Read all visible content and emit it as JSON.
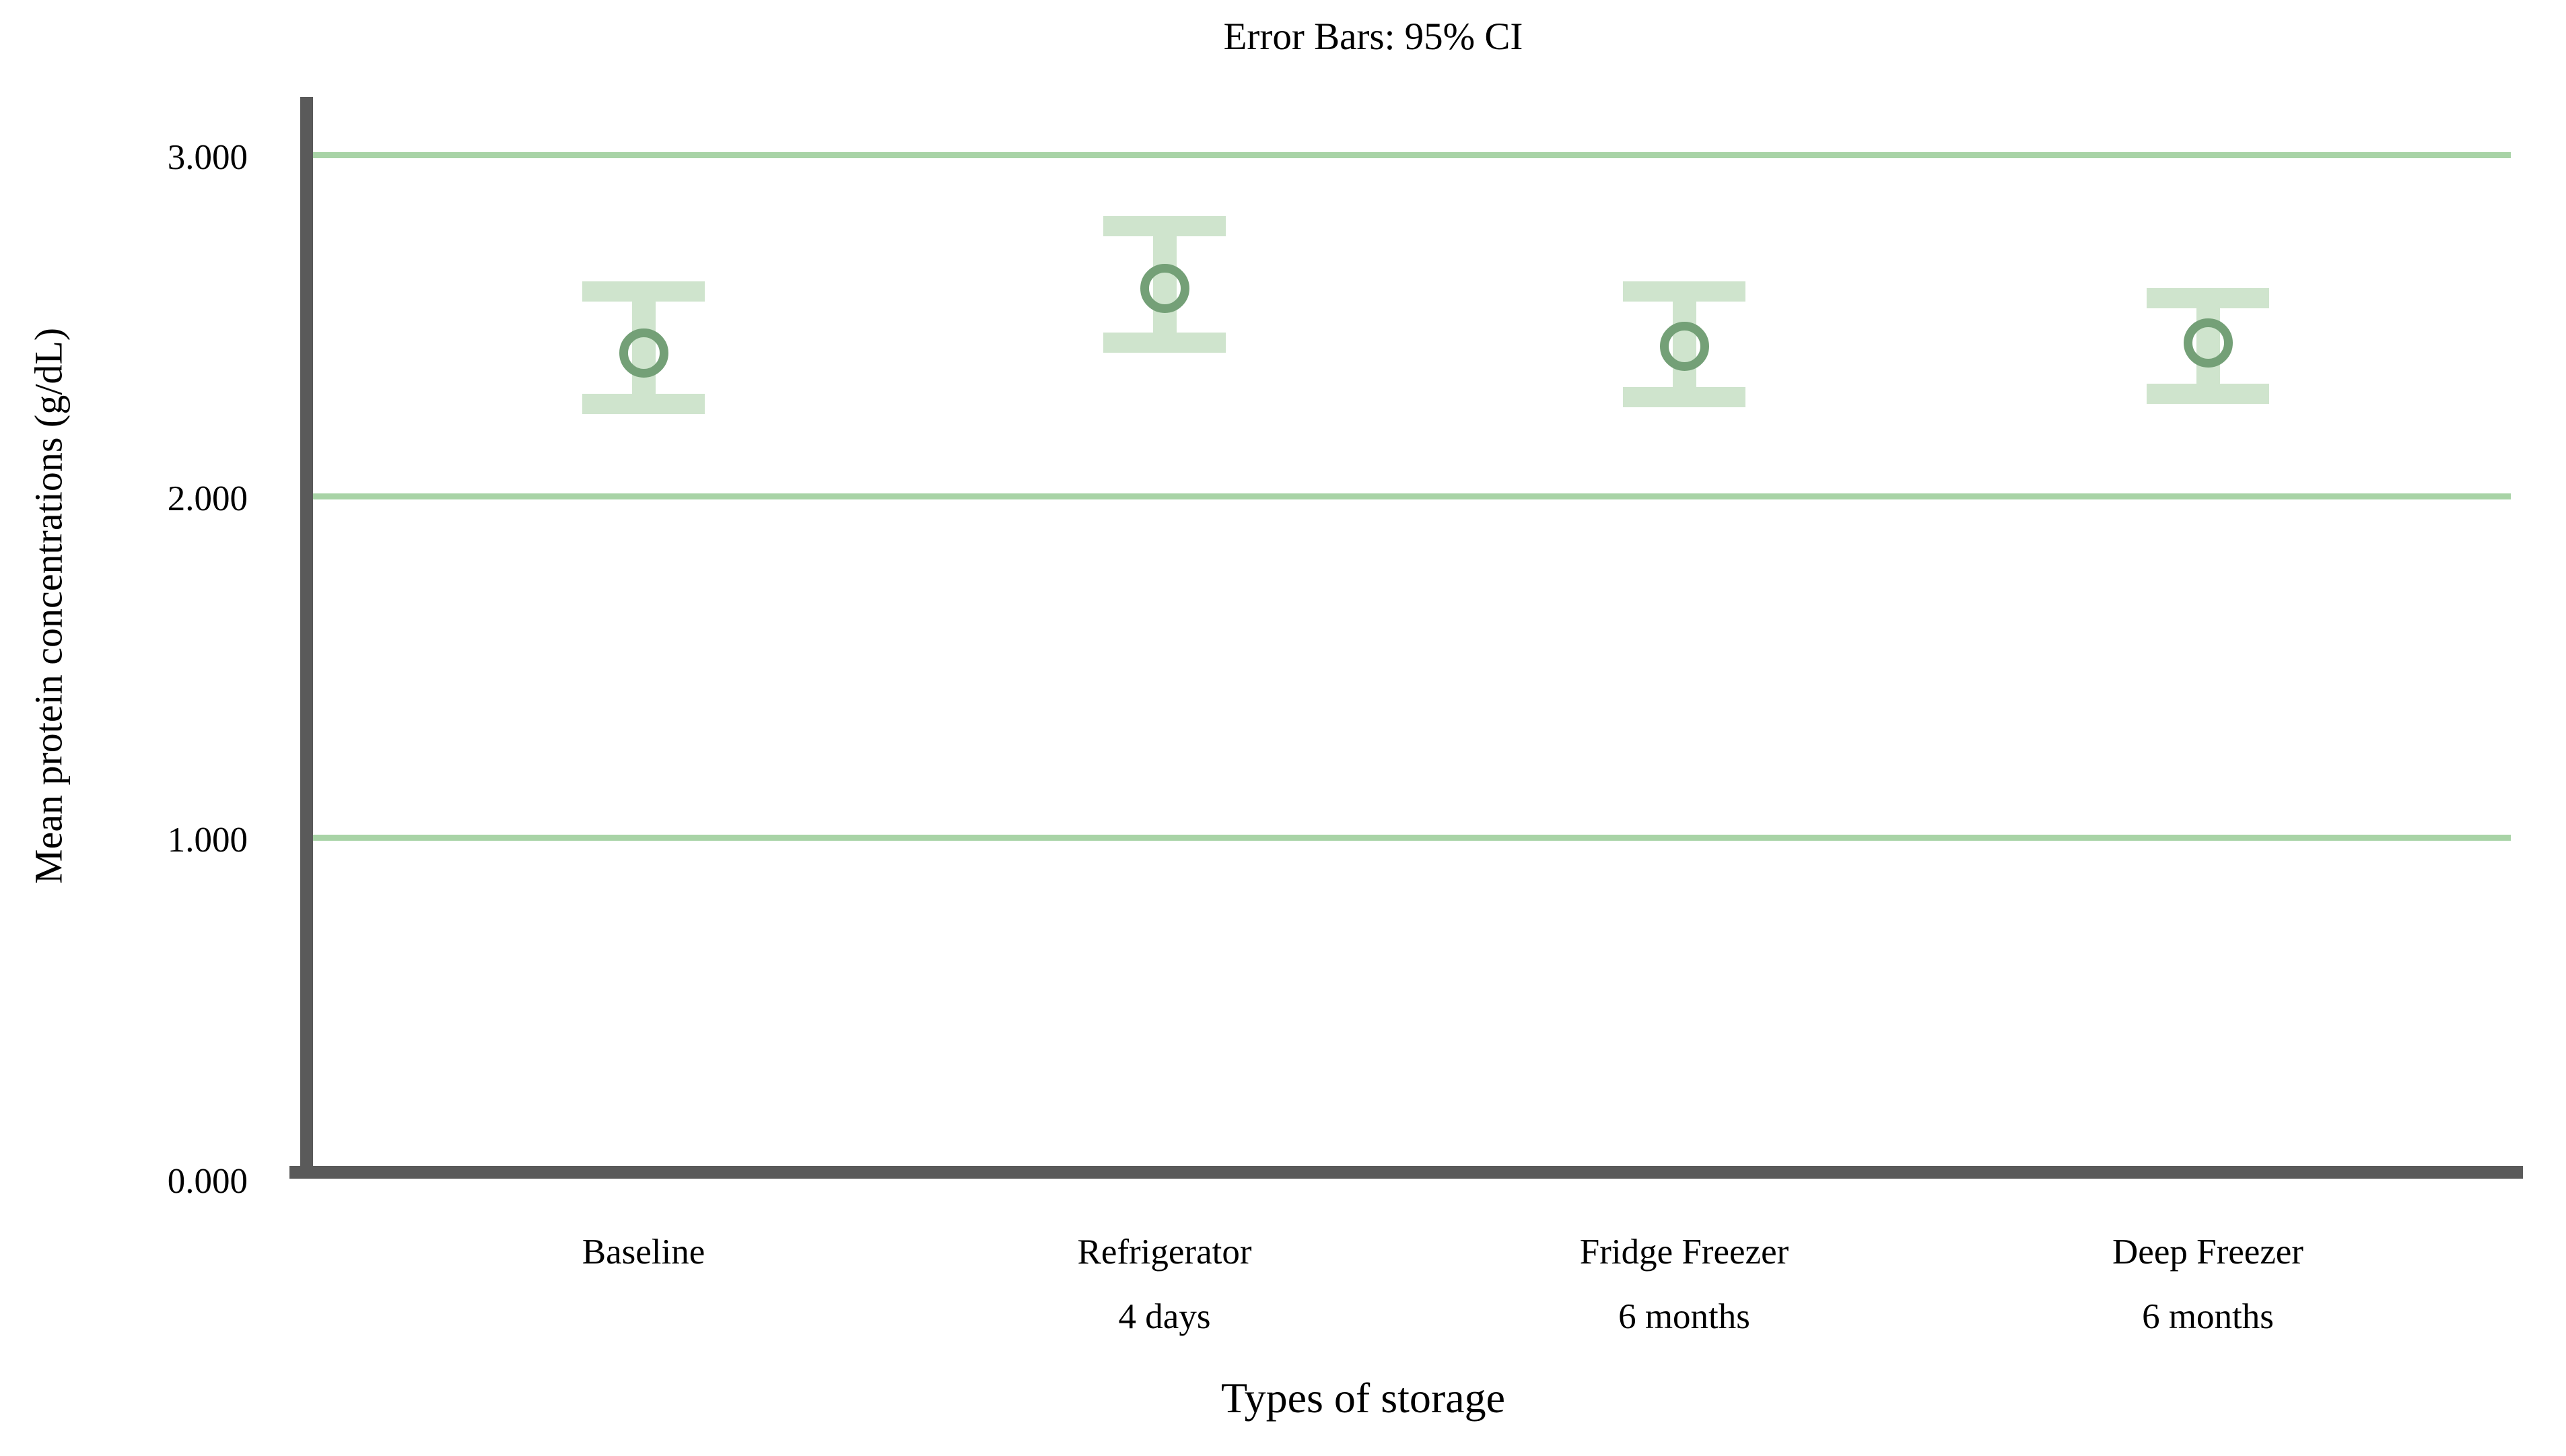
{
  "title": "Error Bars: 95% CI",
  "y_axis": {
    "label": "Mean protein concentrations (g/dL)",
    "ticks": [
      {
        "label": "3.000",
        "value": 3.0
      },
      {
        "label": "2.000",
        "value": 2.0
      },
      {
        "label": "1.000",
        "value": 1.0
      },
      {
        "label": "0.000",
        "value": 0.0
      }
    ]
  },
  "x_axis": {
    "label": "Types of storage"
  },
  "chart_data": {
    "type": "scatter",
    "subtype": "means-with-error-bars",
    "title": "Error Bars: 95% CI",
    "xlabel": "Types of storage",
    "ylabel": "Mean protein concentrations (g/dL)",
    "ylim": [
      0,
      3.17
    ],
    "y_ticks": [
      0.0,
      1.0,
      2.0,
      3.0
    ],
    "y_tick_labels": [
      "0.000",
      "1.000",
      "2.000",
      "3.000"
    ],
    "grid": "horizontal",
    "legend": "none",
    "error_bar_type": "95% CI",
    "categories": [
      "Baseline",
      "Refrigerator 4 days",
      "Fridge Freezer 6 months",
      "Deep Freezer 6 months"
    ],
    "category_display_lines": [
      [
        "Baseline"
      ],
      [
        "Refrigerator",
        "4 days"
      ],
      [
        "Fridge Freezer",
        "6 months"
      ],
      [
        "Deep Freezer",
        "6 months"
      ]
    ],
    "series": [
      {
        "name": "Mean protein concentration",
        "marker": "open-circle",
        "means": [
          2.42,
          2.61,
          2.44,
          2.45
        ],
        "ci_low": [
          2.27,
          2.45,
          2.29,
          2.3
        ],
        "ci_high": [
          2.6,
          2.79,
          2.6,
          2.58
        ]
      }
    ]
  },
  "colors": {
    "background": "#ffffff",
    "axis": "#5a5a5a",
    "gridline": "#a8d3a6",
    "error_bar_fill": "#cfe4cd",
    "marker_ring": "#74a077",
    "text": "#000000"
  }
}
